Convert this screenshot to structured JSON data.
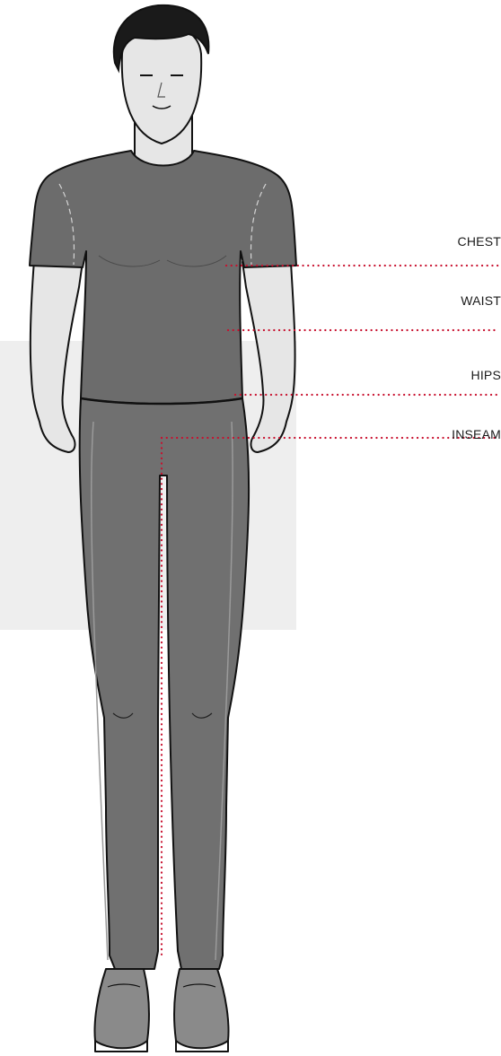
{
  "measurements": {
    "chest": "CHEST",
    "waist": "WAIST",
    "hips": "HIPS",
    "inseam": "INSEAM"
  },
  "colors": {
    "guide_line": "#c8102e",
    "garment": "#6e6e6e",
    "skin": "#e8e8e8",
    "backdrop": "#eeeeee",
    "outline": "#111111"
  }
}
